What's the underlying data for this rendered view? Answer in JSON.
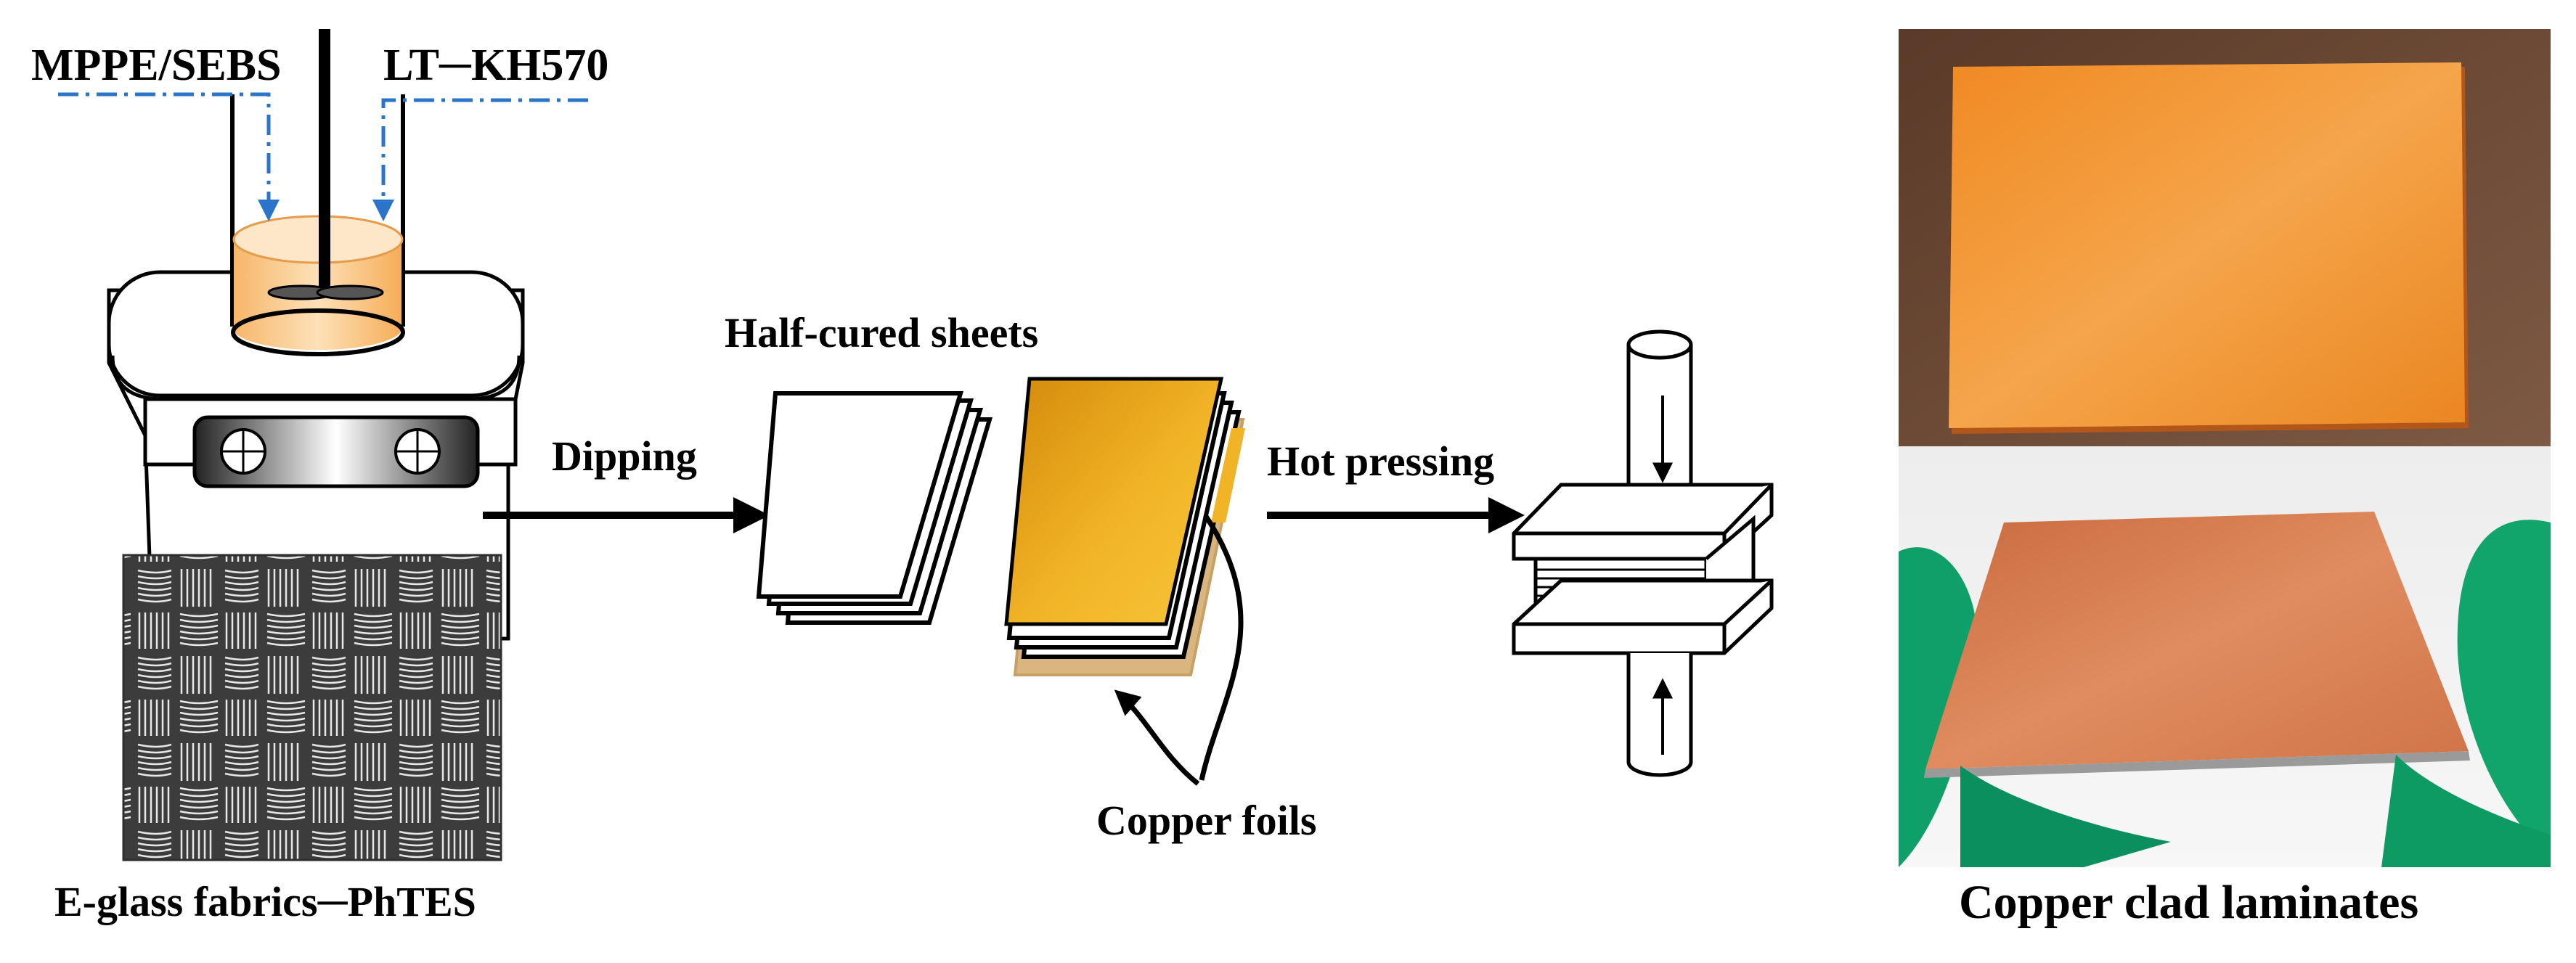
{
  "labels": {
    "mppe_sebs": "MPPE/SEBS",
    "lt_kh570": "LT─KH570",
    "half_cured_sheets": "Half-cured sheets",
    "dipping": "Dipping",
    "hot_pressing": "Hot pressing",
    "copper_foils": "Copper foils",
    "e_glass_fabrics": "E-glass fabrics─PhTES",
    "copper_clad_laminates": "Copper clad laminates"
  },
  "colors": {
    "flow_line": "#2a75c9",
    "solution": "#f9c07a",
    "copper_foil": "#e6a21a",
    "dark_panel": "#3a3a3a",
    "photo_top_bg": "#6e4a35",
    "photo_laminate_top": "#f0902a",
    "photo_bottom_bg": "#f2f2f2",
    "glove": "#0fa06a",
    "laminate_bottom": "#d5784a"
  },
  "icons": {
    "beaker": "beaker-on-hotplate-icon",
    "press": "hot-press-icon",
    "fabric": "woven-glass-fabric-icon",
    "stirrer": "stirrer-rod-icon"
  }
}
